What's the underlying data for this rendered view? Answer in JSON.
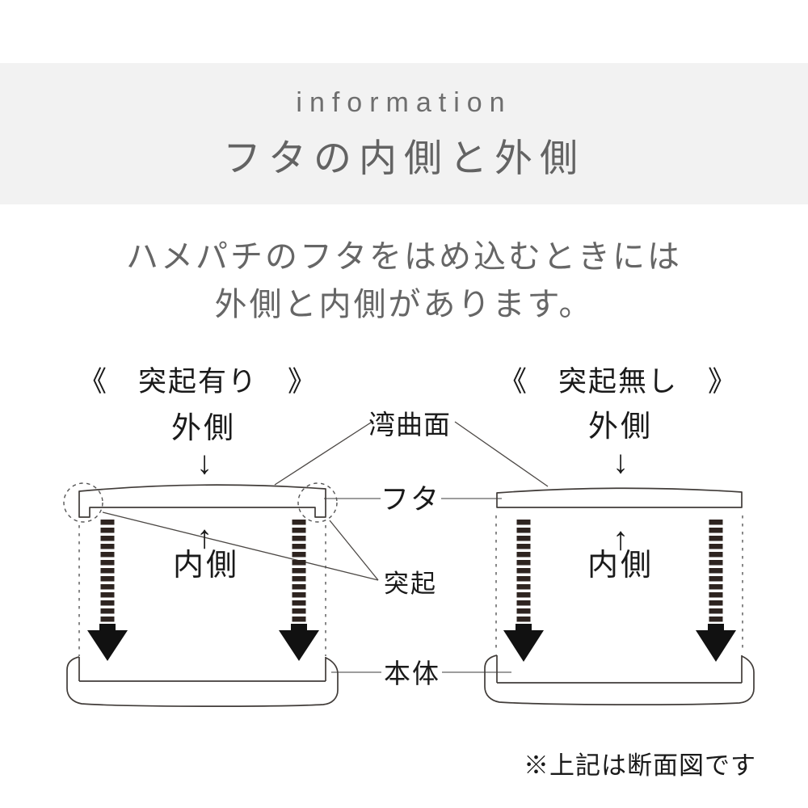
{
  "header": {
    "eyebrow": "information",
    "title": "フタの内側と外側"
  },
  "intro": {
    "line1": "ハメパチのフタをはめ込むときには",
    "line2": "外側と内側があります。"
  },
  "diagram": {
    "left": {
      "heading": "《　突起有り　》",
      "outside_label": "外側",
      "inside_label": "内側",
      "down_arrow": "↓",
      "up_arrow": "↑"
    },
    "right": {
      "heading": "《　突起無し　》",
      "outside_label": "外側",
      "inside_label": "内側",
      "down_arrow": "↓",
      "up_arrow": "↑"
    },
    "labels": {
      "curved_surface": "湾曲面",
      "lid": "フタ",
      "protrusion": "突起",
      "body": "本体"
    },
    "note": "※上記は断面図です"
  },
  "colors": {
    "band_bg": "#f2f2f2",
    "header_text": "#636363",
    "intro_text": "#666666",
    "outline": "#413c39",
    "hatch_bar": "#2e2420",
    "arrowhead": "#111111",
    "label_text": "#1a1a1a"
  }
}
